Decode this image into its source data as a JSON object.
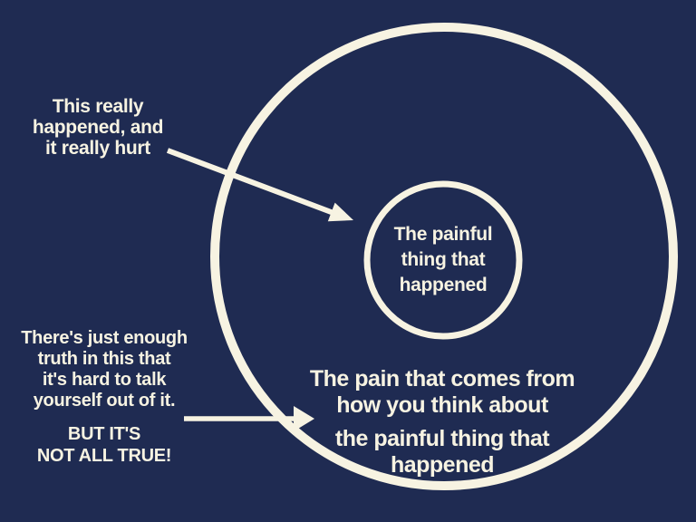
{
  "colors": {
    "background": "#1f2b52",
    "foreground": "#f7f3e2"
  },
  "annotations": {
    "really_happened": {
      "lines": [
        "This really",
        "happened, and",
        "it really hurt"
      ]
    },
    "just_enough_truth": {
      "lines": [
        "There's just enough",
        "truth in this that",
        "it's hard to talk",
        "yourself out of it."
      ],
      "emphasis_lines": [
        "BUT IT'S",
        "NOT ALL TRUE!"
      ]
    }
  },
  "circles": {
    "inner": {
      "label_lines": [
        "The painful",
        "thing that",
        "happened"
      ]
    },
    "outer": {
      "label_para1_lines": [
        "The pain that comes from",
        "how you think about"
      ],
      "label_para2_lines": [
        "the painful thing that",
        "happened"
      ]
    }
  }
}
